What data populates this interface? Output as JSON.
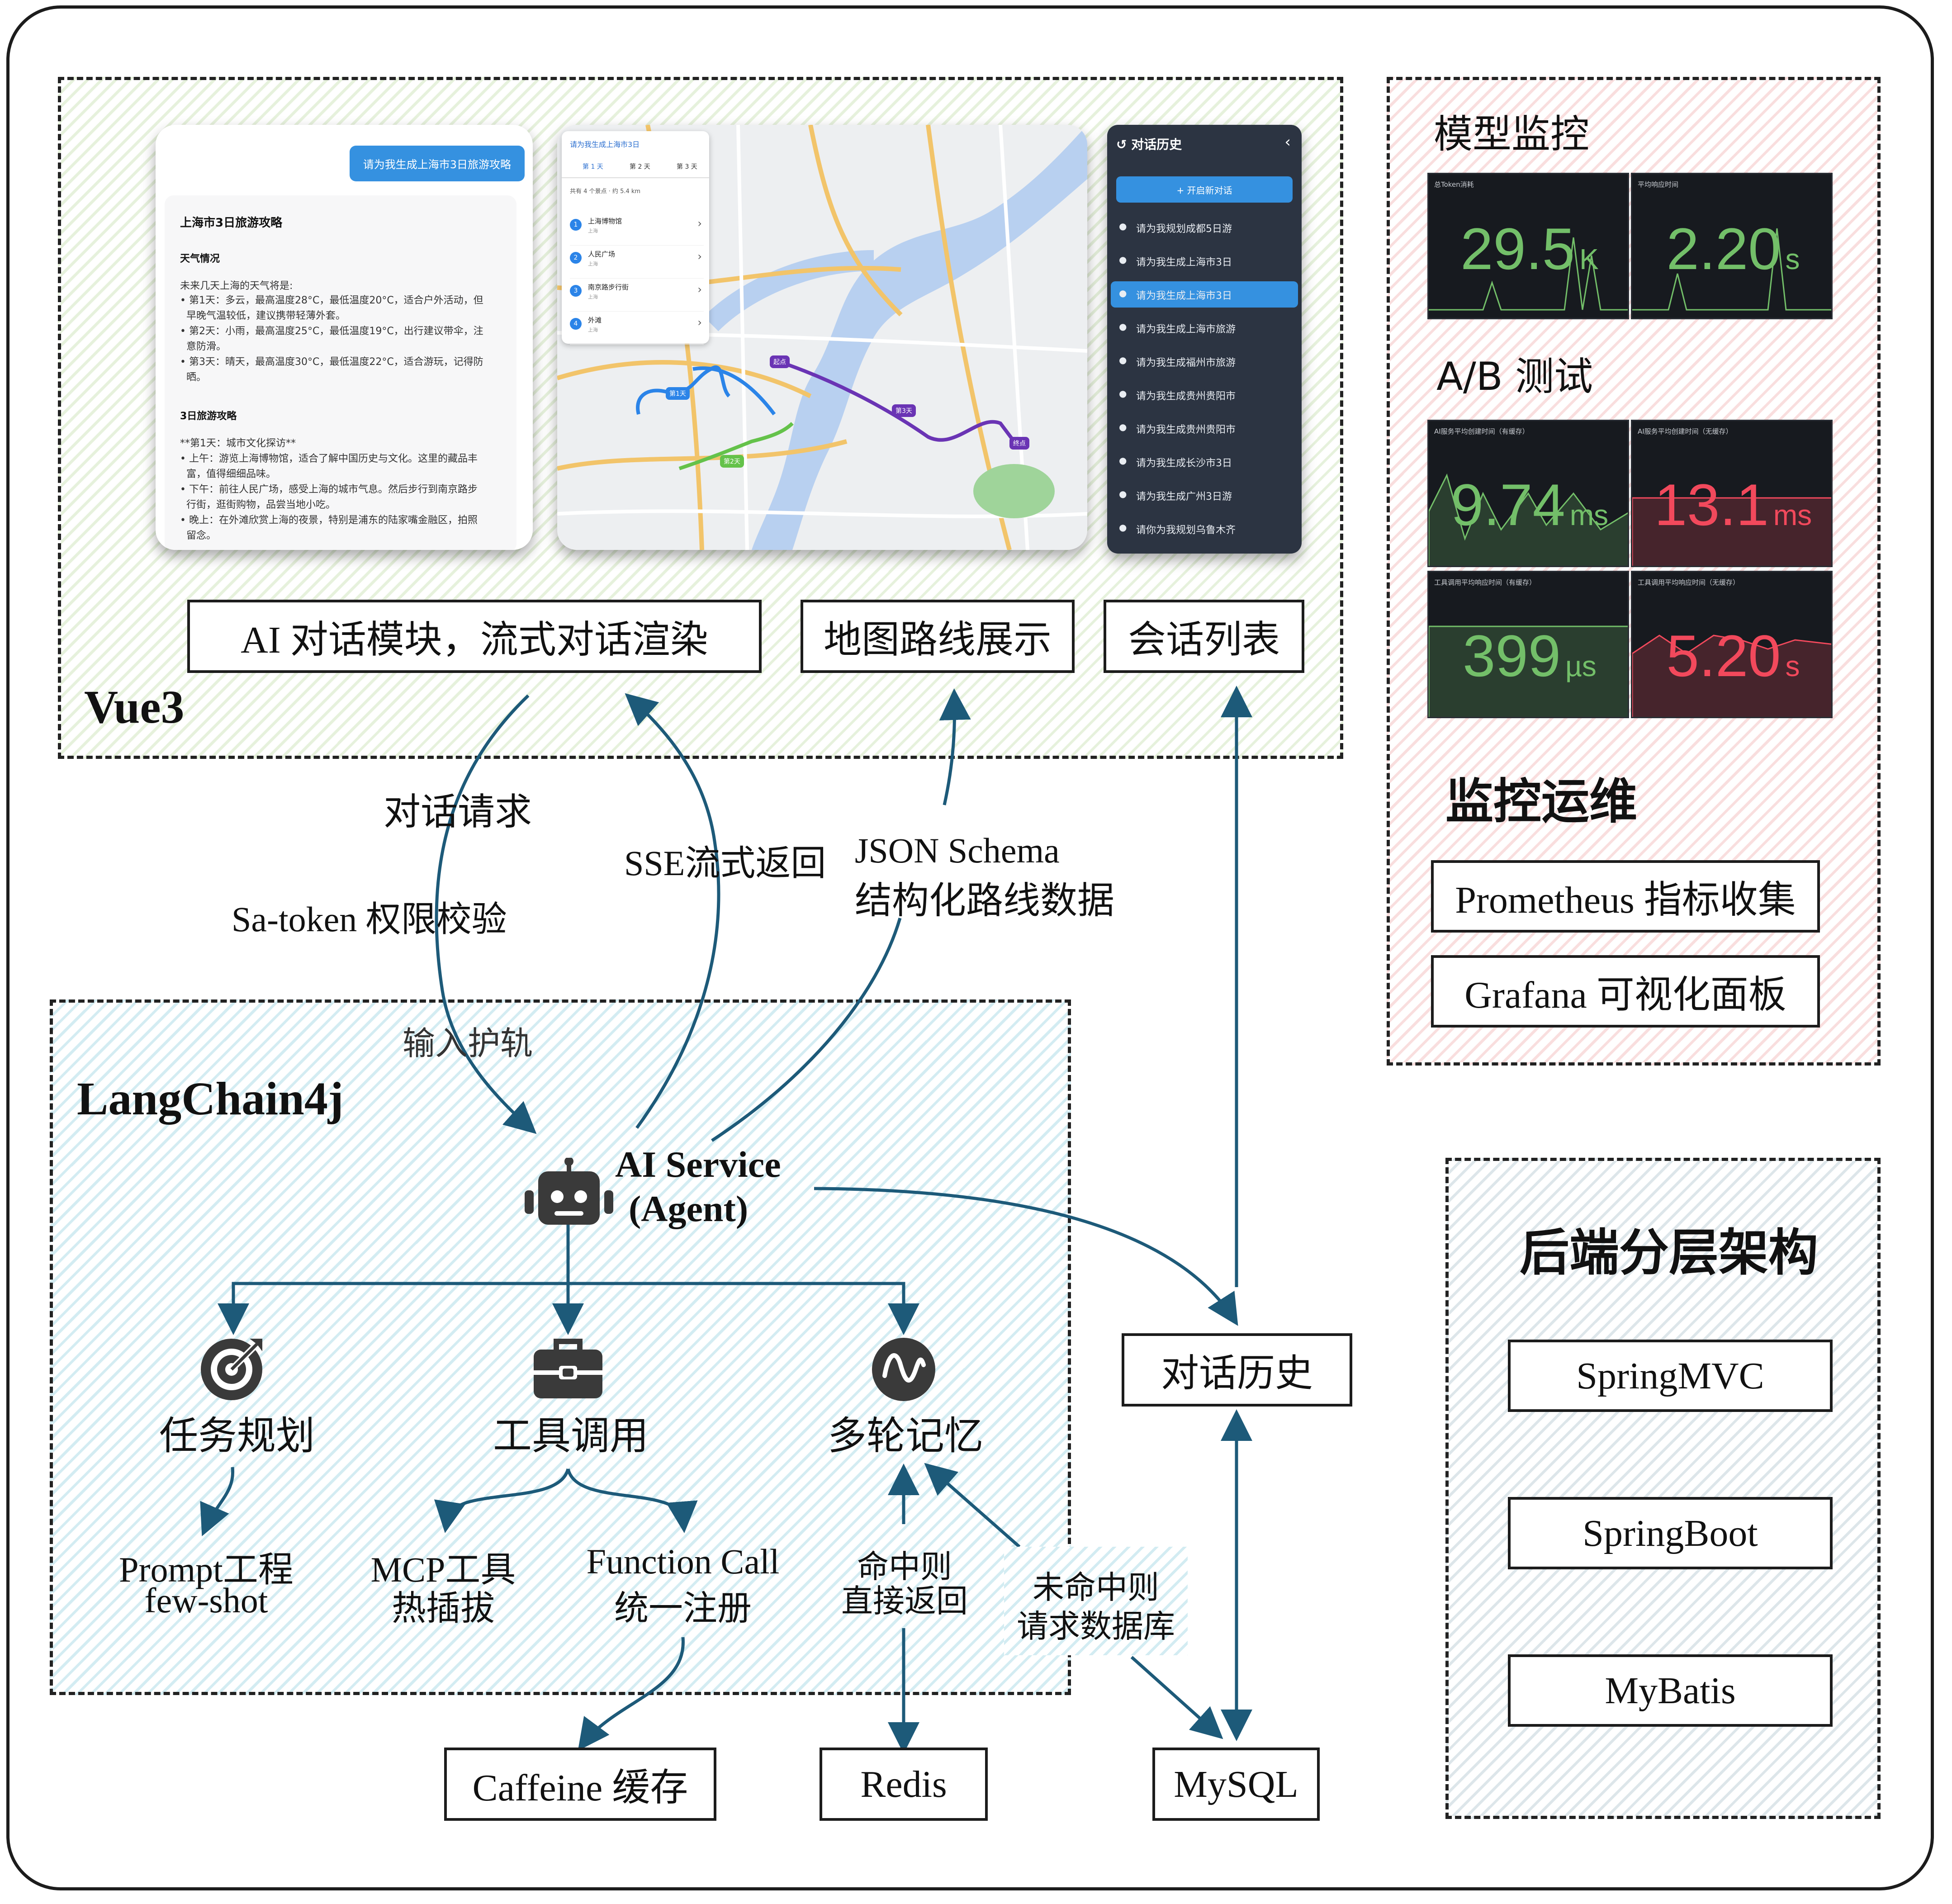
{
  "frontend": {
    "title": "Vue3",
    "chat": {
      "user_message": "请为我生成上海市3日旅游攻略",
      "reply_title": "上海市3日旅游攻略",
      "weather_heading": "天气情况",
      "weather_intro": "未来几天上海的天气将是:",
      "weather_lines": [
        "• 第1天：多云，最高温度28°C，最低温度20°C，适合户外活动，但",
        "  早晚气温较低，建议携带轻薄外套。",
        "• 第2天：小雨，最高温度25°C，最低温度19°C，出行建议带伞，注",
        "  意防滑。",
        "• 第3天：晴天，最高温度30°C，最低温度22°C，适合游玩，记得防",
        "  晒。"
      ],
      "plan_heading": "3日旅游攻略",
      "plan_lines": [
        "**第1天：城市文化探访**",
        "• 上午：游览上海博物馆，适合了解中国历史与文化。这里的藏品丰",
        "  富，值得细细品味。",
        "• 下午：前往人民广场，感受上海的城市气息。然后步行到南京路步",
        "  行街，逛街购物，品尝当地小吃。",
        "• 晚上：在外滩欣赏上海的夜景，特别是浦东的陆家嘴金融区，拍照",
        "  留念。"
      ]
    },
    "map": {
      "header": "请为我生成上海市3日",
      "tabs": [
        "第 1 天",
        "第 2 天",
        "第 3 天"
      ],
      "summary": "共有 4 个景点 · 约 5.4 km",
      "stops": [
        {
          "num": "1",
          "name": "上海博物馆",
          "sub": "上海"
        },
        {
          "num": "2",
          "name": "人民广场",
          "sub": "上海"
        },
        {
          "num": "3",
          "name": "南京路步行街",
          "sub": "上海"
        },
        {
          "num": "4",
          "name": "外滩",
          "sub": "上海"
        }
      ],
      "markers": [
        "起点",
        "终点",
        "第1天",
        "第2天",
        "第3天"
      ]
    },
    "history": {
      "title": "对话历史",
      "new_button": "+ 开启新对话",
      "items": [
        "请为我规划成都5日游",
        "请为我生成上海市3日",
        "请为我生成上海市3日",
        "请为我生成上海市旅游",
        "请为我生成福州市旅游",
        "请为我生成贵州贵阳市",
        "请为我生成贵州贵阳市",
        "请为我生成长沙市3日",
        "请为我生成广州3日游",
        "请你为我规划乌鲁木齐"
      ]
    },
    "labels": {
      "chat_module": "AI 对话模块，流式对话渲染",
      "map_module": "地图路线展示",
      "session_list": "会话列表"
    }
  },
  "edges": {
    "dialog_request": "对话请求",
    "satoken": "Sa-token 权限校验",
    "input_guard": "输入护轨",
    "sse": "SSE流式返回",
    "json_schema_1": "JSON Schema",
    "json_schema_2": "结构化路线数据",
    "hit_1": "命中则",
    "hit_2": "直接返回",
    "miss_1": "未命中则",
    "miss_2": "请求数据库"
  },
  "agent": {
    "title": "LangChain4j",
    "service_1": "AI Service",
    "service_2": "(Agent)",
    "task": "任务规划",
    "tool": "工具调用",
    "memory": "多轮记忆",
    "prompt_1": "Prompt工程",
    "prompt_2": "few-shot",
    "mcp_1": "MCP工具",
    "mcp_2": "热插拔",
    "fc_1": "Function Call",
    "fc_2": "统一注册"
  },
  "storage": {
    "history": "对话历史",
    "caffeine": "Caffeine 缓存",
    "redis": "Redis",
    "mysql": "MySQL"
  },
  "monitor": {
    "model_title": "模型监控",
    "ab_title": "A/B 测试",
    "ops_title": "监控运维",
    "prometheus": "Prometheus 指标收集",
    "grafana": "Grafana 可视化面板",
    "panels": [
      {
        "title": "总Token消耗",
        "value": "29.5",
        "unit": "K",
        "color": "#73bf69"
      },
      {
        "title": "平均响应时间",
        "value": "2.20",
        "unit": "s",
        "color": "#73bf69"
      },
      {
        "title": "AI服务平均创建时间（有缓存）",
        "value": "9.74",
        "unit": "ms",
        "color": "#73bf69"
      },
      {
        "title": "AI服务平均创建时间（无缓存）",
        "value": "13.1",
        "unit": "ms",
        "color": "#f2495c"
      },
      {
        "title": "工具调用平均响应时间（有缓存）",
        "value": "399",
        "unit": "µs",
        "color": "#73bf69"
      },
      {
        "title": "工具调用平均响应时间（无缓存）",
        "value": "5.20",
        "unit": "s",
        "color": "#f2495c"
      }
    ]
  },
  "backend": {
    "title": "后端分层架构",
    "layers": [
      "SpringMVC",
      "SpringBoot",
      "MyBatis"
    ]
  }
}
